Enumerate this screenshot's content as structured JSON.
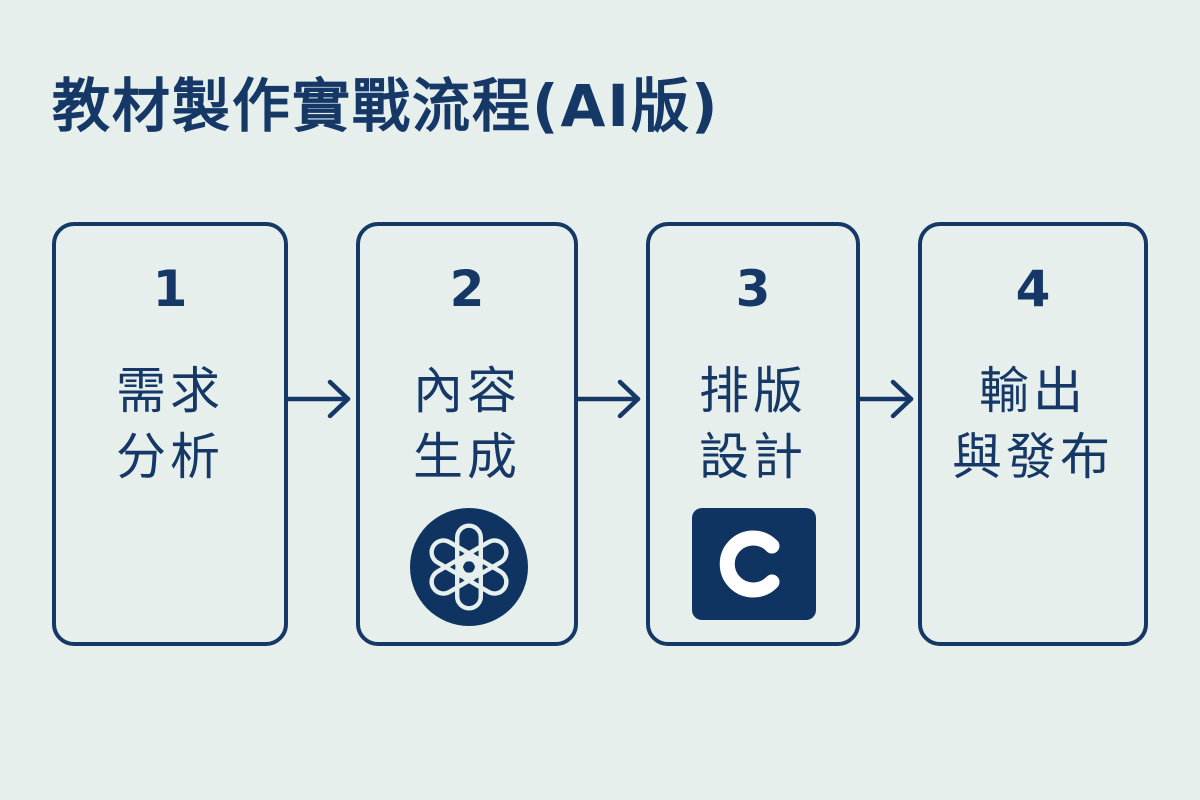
{
  "title": "教材製作實戰流程(AI版)",
  "steps": [
    {
      "number": "1",
      "label": "需求\n分析"
    },
    {
      "number": "2",
      "label": "內容\n生成",
      "icon": "openai-logo-icon"
    },
    {
      "number": "3",
      "label": "排版\n設計",
      "icon": "canva-logo-icon"
    },
    {
      "number": "4",
      "label": "輸出\n與發布"
    }
  ],
  "colors": {
    "background": "#e6efec",
    "primary": "#153866",
    "logo_fill": "#103462"
  }
}
